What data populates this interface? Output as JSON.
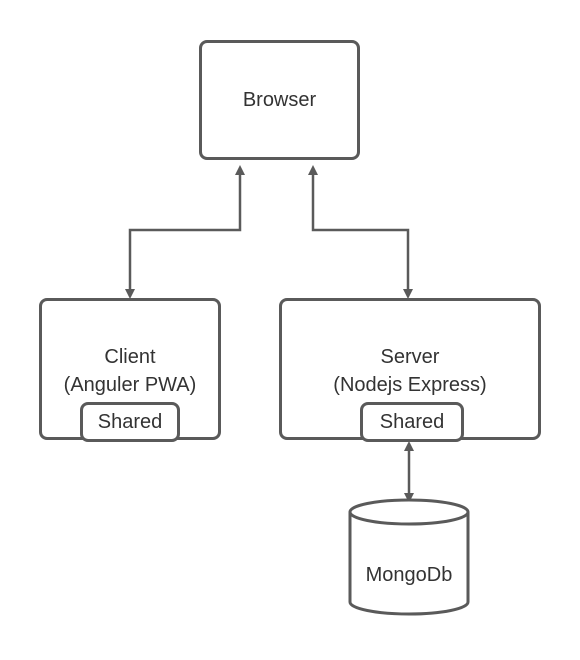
{
  "diagram": {
    "browser": {
      "label": "Browser"
    },
    "client": {
      "line1": "Client",
      "line2": "(Anguler PWA)",
      "shared": "Shared"
    },
    "server": {
      "line1": "Server",
      "line2": "(Nodejs Express)",
      "shared": "Shared"
    },
    "database": {
      "label": "MongoDb"
    },
    "colors": {
      "stroke": "#5a5a5a",
      "text": "#333333",
      "background": "#ffffff"
    }
  }
}
